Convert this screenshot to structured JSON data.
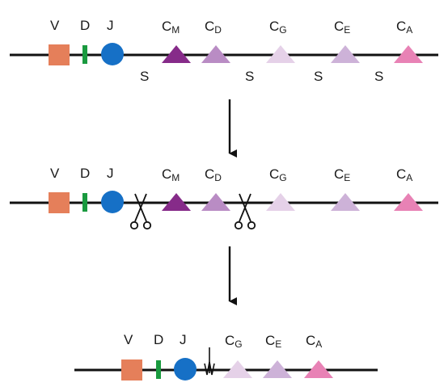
{
  "segments": {
    "V": {
      "label": "V",
      "color": "#e57f5a"
    },
    "D": {
      "label": "D",
      "color": "#1a9a3f"
    },
    "J": {
      "label": "J",
      "color": "#1670c6"
    },
    "CM": {
      "label": "C",
      "sub": "M",
      "color": "#862b89"
    },
    "CD": {
      "label": "C",
      "sub": "D",
      "color": "#b98cc4"
    },
    "CG": {
      "label": "C",
      "sub": "G",
      "color": "#e5d1e8"
    },
    "CE": {
      "label": "C",
      "sub": "E",
      "color": "#cdb2d8"
    },
    "CA": {
      "label": "C",
      "sub": "A",
      "color": "#e882b5"
    }
  },
  "switch_label": "S",
  "icons": {
    "scissors": "scissors-icon",
    "junction": "recombination-junction-icon",
    "arrow": "arrow-down-icon"
  }
}
